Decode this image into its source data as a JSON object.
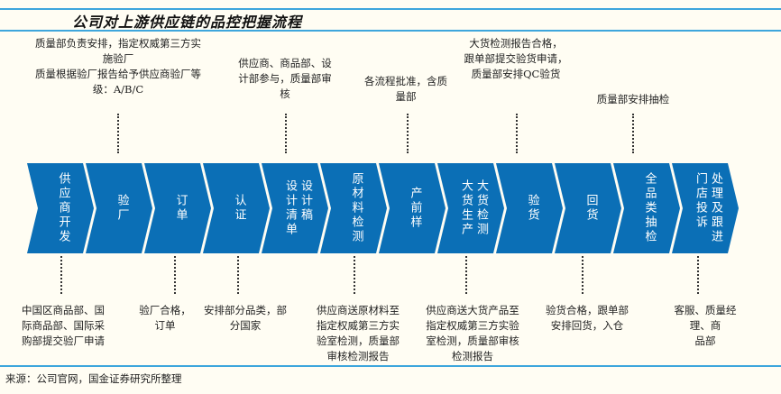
{
  "title": "公司对上游供应链的品控把握流程",
  "colors": {
    "chevron": "#0b6fb6",
    "rule": "#3ea6dc"
  },
  "steps": [
    {
      "text": "供应商开发"
    },
    {
      "text": "验厂"
    },
    {
      "text": "订单"
    },
    {
      "text": "认证"
    },
    {
      "text": "设计稿\n设计清单"
    },
    {
      "text": "原材料检测"
    },
    {
      "text": "产前样"
    },
    {
      "text": "大货检测\n大货生产"
    },
    {
      "text": "验货"
    },
    {
      "text": "回货"
    },
    {
      "text": "全品类抽检"
    },
    {
      "text": "处理及跟进\n门店投诉"
    }
  ],
  "top_notes": [
    "质量部负责安排，指定权威第三方实\n施验厂\n质量根据验厂报告给予供应商验厂等\n级：A/B/C",
    "供应商、商品部、设\n计部参与，质量部审\n核",
    "各流程批准，含质\n量部",
    "大货检测报告合格，\n跟单部提交验货申请，\n质量部安排QC验货",
    "质量部安排抽检"
  ],
  "bottom_notes": [
    "中国区商品部、国\n际商品部、国际采\n购部提交验厂申请",
    "验厂合格，\n订单",
    "安排部分品类，部\n分国家",
    "供应商送原材料至\n指定权威第三方实\n验室检测，质量部\n审核检测报告",
    "供应商送大货产品至\n指定权威第三方实验\n室检测，质量部审核\n检测报告",
    "验货合格，跟单部\n安排回货，入仓",
    "客服、质量经理、商\n品部"
  ],
  "source": "来源：公司官网，国金证券研究所整理"
}
